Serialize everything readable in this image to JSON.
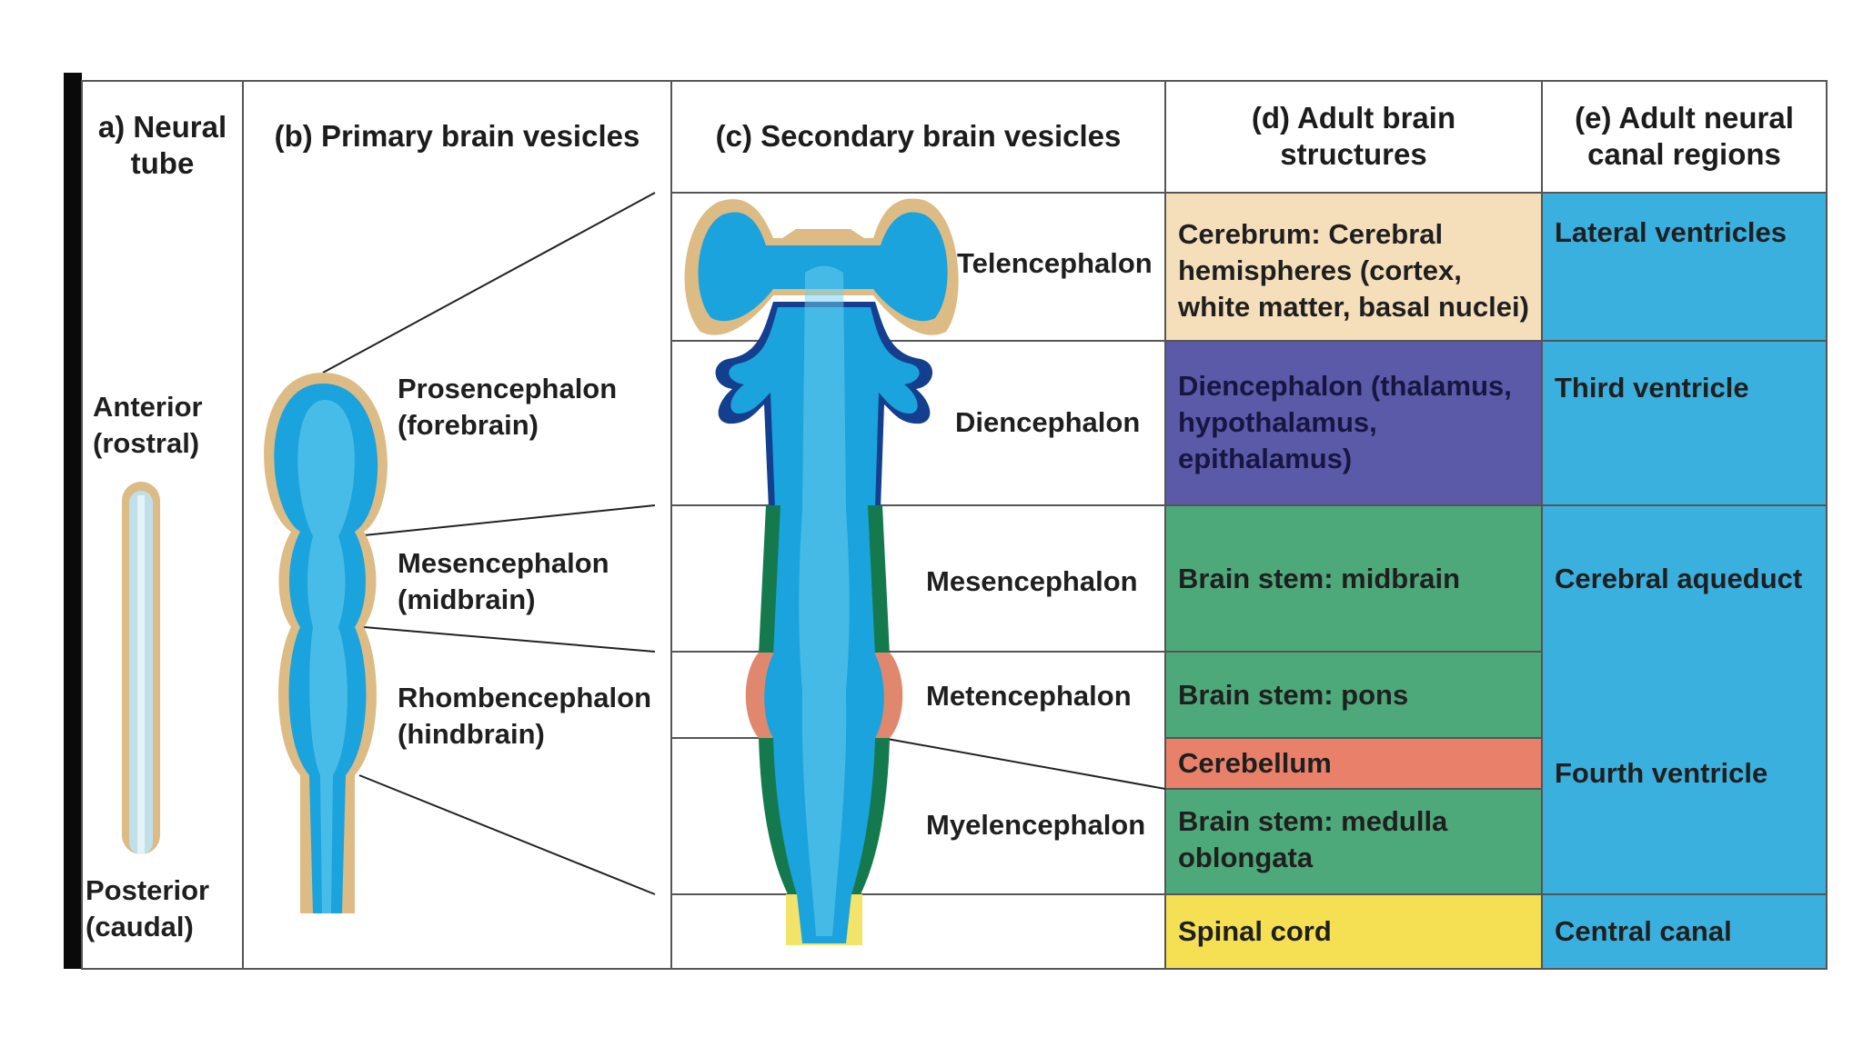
{
  "headers": {
    "a": "a) Neural\ntube",
    "b": "(b) Primary brain vesicles",
    "c": "(c) Secondary brain vesicles",
    "d": "(d) Adult brain\nstructures",
    "e": "(e) Adult neural\ncanal regions"
  },
  "neural_tube": {
    "anterior": "Anterior\n(rostral)",
    "posterior": "Posterior\n(caudal)"
  },
  "primary_vesicles": [
    {
      "label": "Prosencephalon\n(forebrain)"
    },
    {
      "label": "Mesencephalon\n(midbrain)"
    },
    {
      "label": "Rhombencephalon\n(hindbrain)"
    }
  ],
  "secondary_vesicles": [
    {
      "label": "Telencephalon"
    },
    {
      "label": "Diencephalon"
    },
    {
      "label": "Mesencephalon"
    },
    {
      "label": "Metencephalon"
    },
    {
      "label": "Myelencephalon"
    }
  ],
  "adult_structures": [
    {
      "label": "Cerebrum: Cerebral\nhemispheres (cortex,\nwhite matter, basal nuclei)",
      "color": "#f5dfbb"
    },
    {
      "label": "Diencephalon (thalamus,\nhypothalamus,\nepithalamus)",
      "color": "#5a5aa8"
    },
    {
      "label": "Brain stem: midbrain",
      "color": "#4ea97a"
    },
    {
      "label": "Brain stem: pons",
      "color": "#4ea97a"
    },
    {
      "label": "Cerebellum",
      "color": "#e9806a"
    },
    {
      "label": "Brain stem: medulla\noblongata",
      "color": "#4ea97a"
    },
    {
      "label": "Spinal cord",
      "color": "#f5df52"
    }
  ],
  "canal_regions": [
    {
      "label": "Lateral ventricles"
    },
    {
      "label": "Third ventricle"
    },
    {
      "label": "Cerebral aqueduct"
    },
    {
      "label": "Fourth ventricle"
    },
    {
      "label": "Central canal"
    }
  ],
  "colors": {
    "canal_blue": "#3ab0de",
    "vesicle_blue": "#1aa3dc",
    "tissue_tan": "#dcbb85",
    "dark_blue": "#143f8e",
    "green_wall": "#147a4e",
    "salmon": "#e0886e",
    "cord_yellow": "#f2e36a"
  }
}
